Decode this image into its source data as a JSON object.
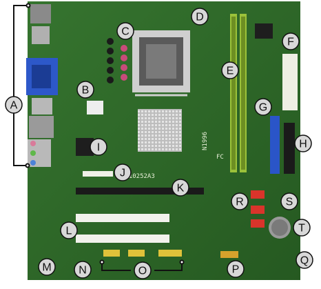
{
  "diagram": {
    "board_text": {
      "model": "N1996",
      "serial": "0010252A3",
      "cert": "FC"
    },
    "callouts": [
      "A",
      "B",
      "C",
      "D",
      "E",
      "F",
      "G",
      "H",
      "I",
      "J",
      "K",
      "L",
      "M",
      "N",
      "O",
      "P",
      "Q",
      "R",
      "S",
      "T"
    ],
    "colors": {
      "pcb": "#2f6b2a",
      "pcb_dark": "#24561f",
      "ram_slot": "#9bc23a",
      "ide_blue": "#2a55c8",
      "sata_red": "#d9342b",
      "pci_white": "#f2f2ec",
      "pcie_black": "#1a1a1a",
      "bracket": "#111111",
      "callout_fill": "#d8d8d8"
    }
  }
}
